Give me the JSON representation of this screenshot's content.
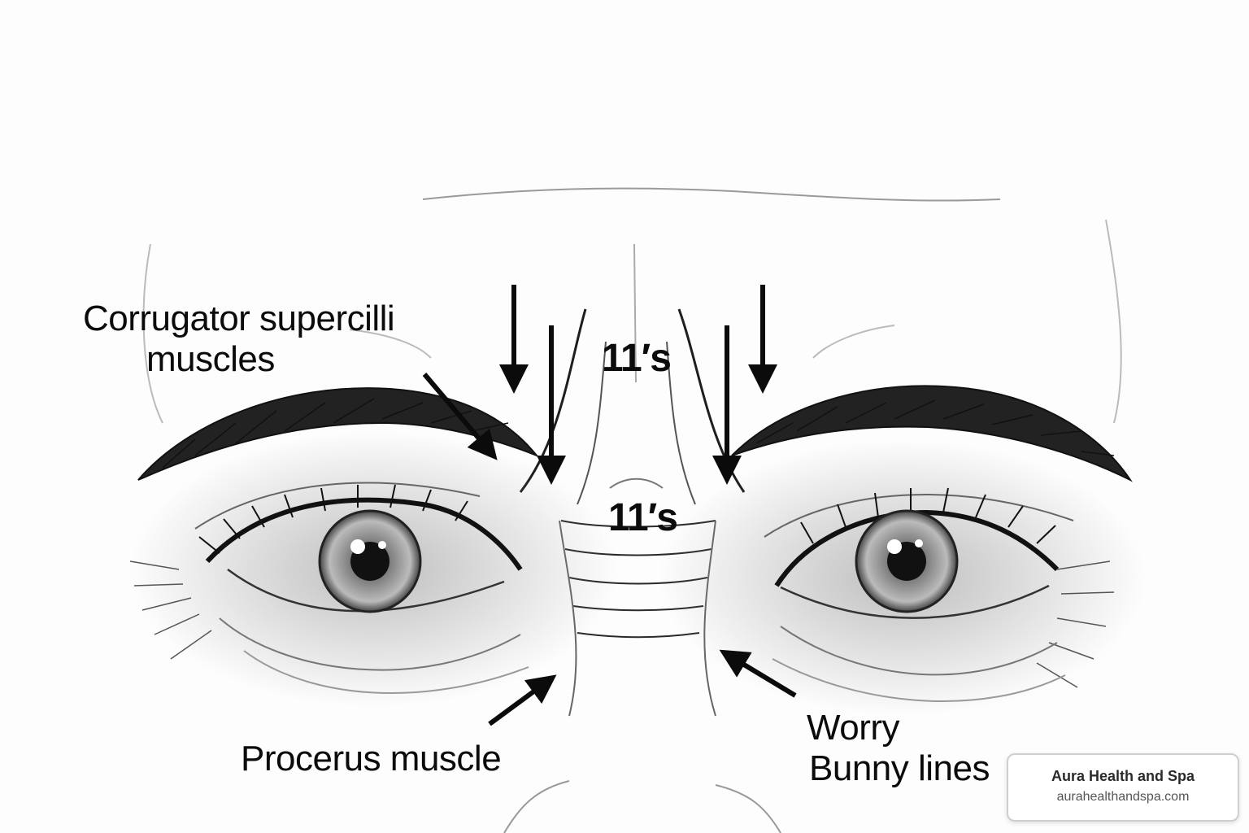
{
  "labels": {
    "corrugator_line1": "Corrugator supercilli",
    "corrugator_line2": "muscles",
    "elevens_top": "11′s",
    "elevens_mid": "11′s",
    "procerus": "Procerus muscle",
    "worry": "Worry",
    "bunny": "Bunny lines"
  },
  "brand": {
    "name": "Aura Health and Spa",
    "url": "aurahealthandspa.com"
  },
  "colors": {
    "ink": "#0b0b0b",
    "sketch": "#2b2b2b",
    "shade": "#9a9a9a",
    "background": "#fdfdfd"
  }
}
